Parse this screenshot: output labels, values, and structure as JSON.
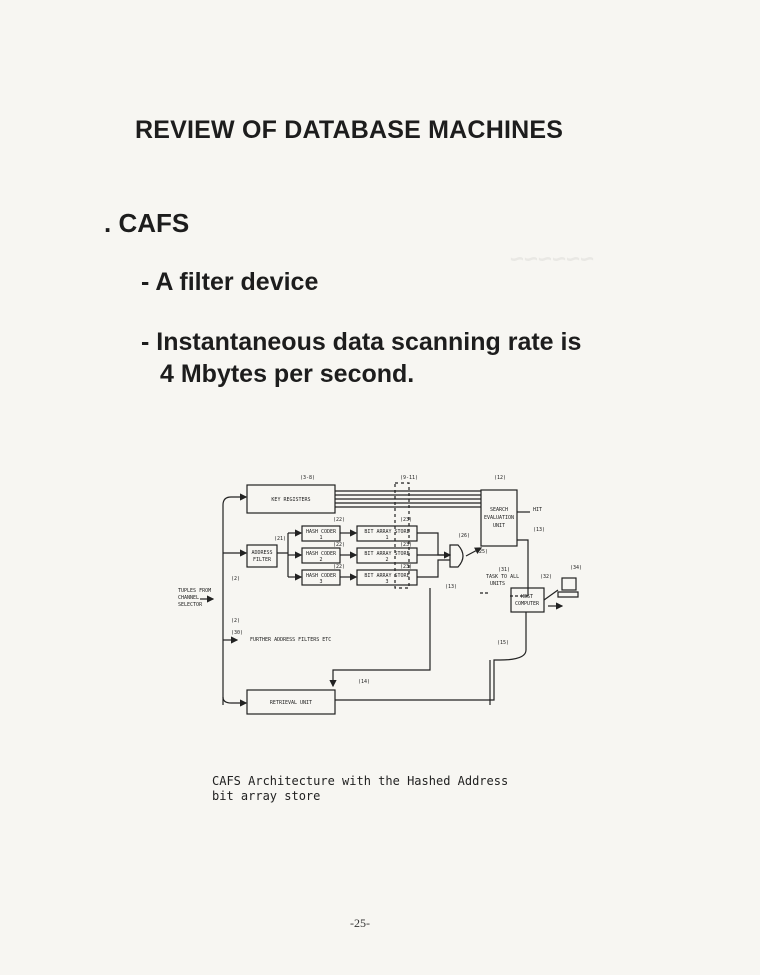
{
  "title": "REVIEW OF DATABASE MACHINES",
  "section": ". CAFS",
  "bullets": [
    {
      "line1": "- A filter device",
      "line2": ""
    },
    {
      "line1": "- Instantaneous data scanning rate is",
      "line2": "4 Mbytes per second."
    }
  ],
  "diagram": {
    "boxes": {
      "key_registers": "KEY REGISTERS",
      "search_eval": [
        "SEARCH",
        "EVALUATION",
        "UNIT"
      ],
      "address_filter": [
        "ADDRESS",
        "FILTER"
      ],
      "hash_coder_1": [
        "HASH CODER",
        "1"
      ],
      "hash_coder_2": [
        "HASH CODER",
        "2"
      ],
      "hash_coder_3": [
        "HASH CODER",
        "3"
      ],
      "bit_store_1": [
        "BIT ARRAY STORE",
        "1"
      ],
      "bit_store_2": [
        "BIT ARRAY STORE",
        "2"
      ],
      "bit_store_3": [
        "BIT ARRAY STORE",
        "3"
      ],
      "host_computer": [
        "HOST",
        "COMPUTER"
      ],
      "retrieval_unit": "RETRIEVAL UNIT"
    },
    "labels": {
      "tuples": [
        "TUPLES FROM",
        "CHANNEL",
        "SELECTOR"
      ],
      "further": "FURTHER ADDRESS FILTERS ETC",
      "task": [
        "TASK TO ALL",
        "UNITS"
      ],
      "hit": "HIT"
    },
    "refs": {
      "r3_8": "(3-8)",
      "r9_11": "(9-11)",
      "r12": "(12)",
      "r13": "(13)",
      "r14": "(14)",
      "r15": "(15)",
      "r21": "(21)",
      "r22": "(22)",
      "r23": "(23)",
      "r24": "(24)",
      "r25": "(25)",
      "r26": "(26)",
      "r27": "(27)",
      "r31": "(31)",
      "r32": "(32)",
      "r34": "(34)",
      "r2": "(2)",
      "r30": "(30)"
    }
  },
  "caption": {
    "line1": "CAFS Architecture with the Hashed Address",
    "line2": "bit array store"
  },
  "page_number": "-25-"
}
